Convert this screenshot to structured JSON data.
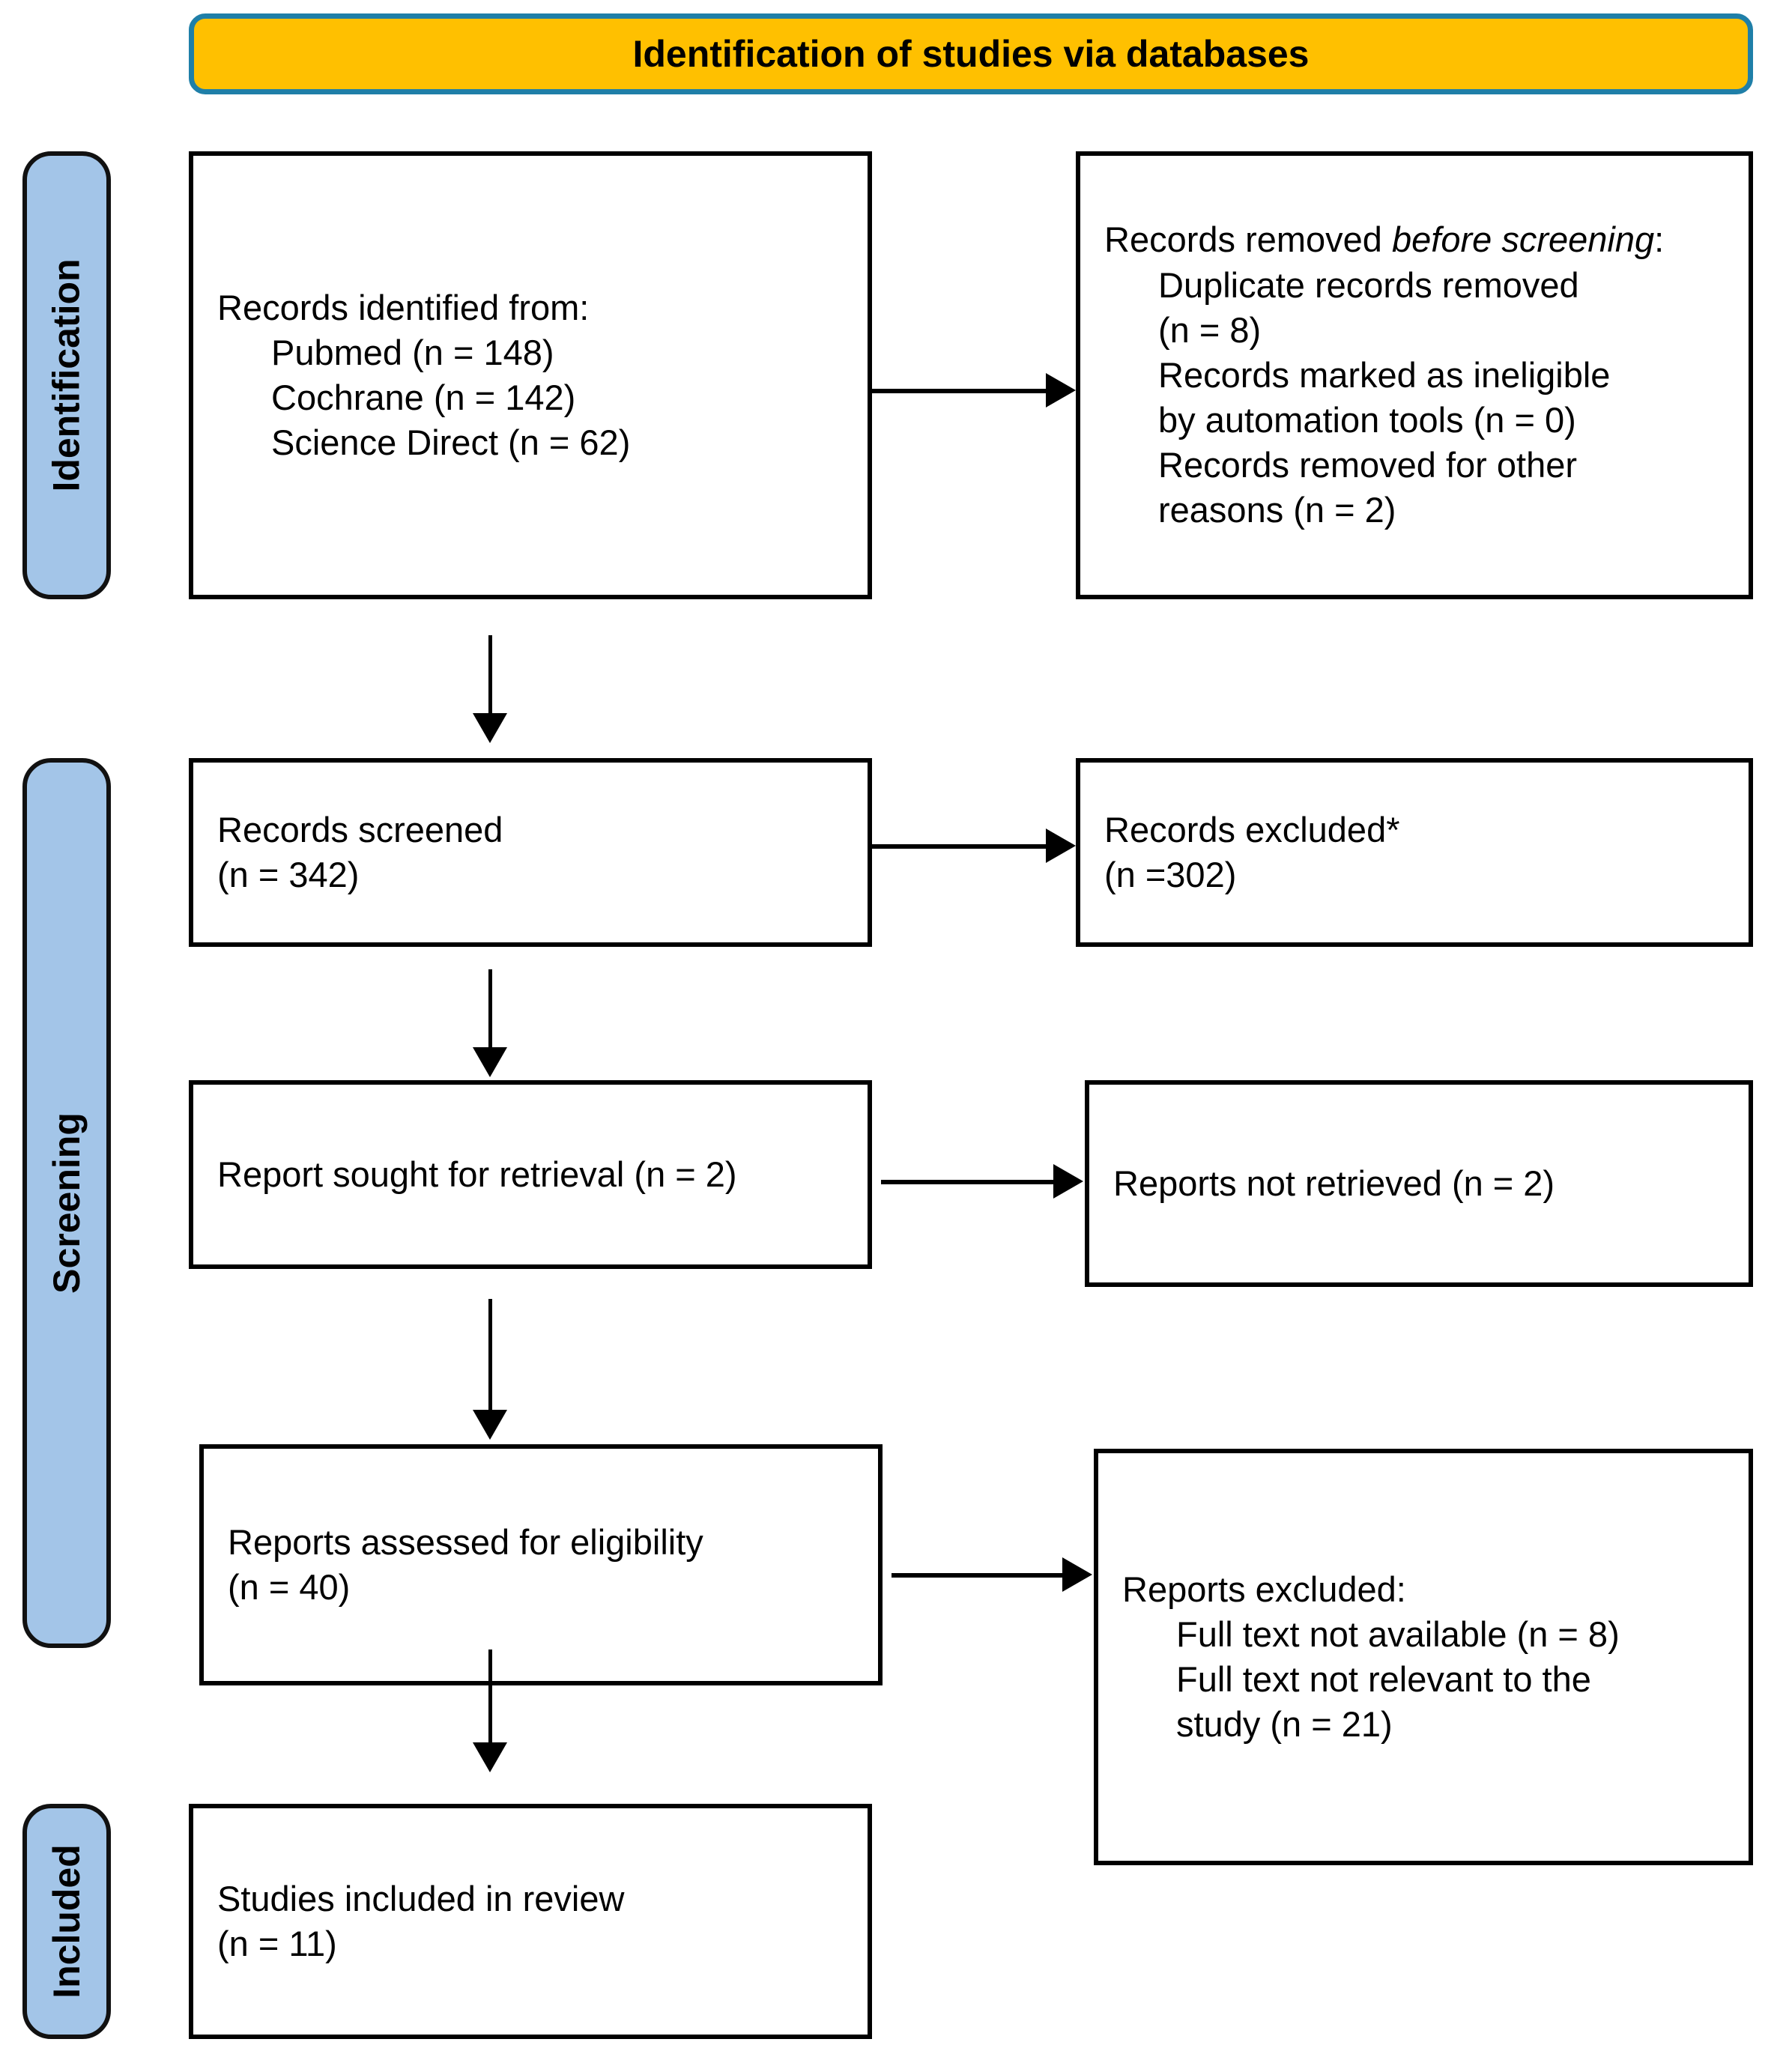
{
  "header": {
    "title": "Identification of studies via databases",
    "fill_color": "#FFC000",
    "border_color": "#1F7FA8"
  },
  "stages": {
    "fill_color": "#A3C5E8",
    "border_color": "#111111",
    "identification": "Identification",
    "screening": "Screening",
    "included": "Included"
  },
  "boxes": {
    "identified": {
      "title": "Records identified from:",
      "items": [
        "Pubmed (n = 148)",
        "Cochrane (n = 142)",
        "Science Direct (n = 62)"
      ]
    },
    "removed_before_screening": {
      "title_part1": "Records removed ",
      "title_italic": "before screening",
      "title_part2": ":",
      "items": [
        "Duplicate records removed",
        "(n = 8)",
        "Records marked as ineligible",
        "by automation tools (n = 0)",
        "Records removed for other",
        "reasons (n = 2)"
      ]
    },
    "records_screened": {
      "line1": "Records screened",
      "line2": "(n = 342)"
    },
    "records_excluded": {
      "line1": "Records excluded*",
      "line2": "(n =302)"
    },
    "report_sought": {
      "line1": "Report sought for retrieval (n = 2)"
    },
    "reports_not_retrieved": {
      "line1": "Reports not retrieved (n = 2)"
    },
    "reports_assessed": {
      "line1": "Reports assessed for eligibility",
      "line2": "(n = 40)"
    },
    "reports_excluded": {
      "title": "Reports excluded:",
      "items": [
        "Full text not available (n = 8)",
        "Full text not relevant to the",
        "study (n = 21)"
      ]
    },
    "studies_included": {
      "line1": "Studies included in review",
      "line2": "(n = 11)"
    }
  }
}
